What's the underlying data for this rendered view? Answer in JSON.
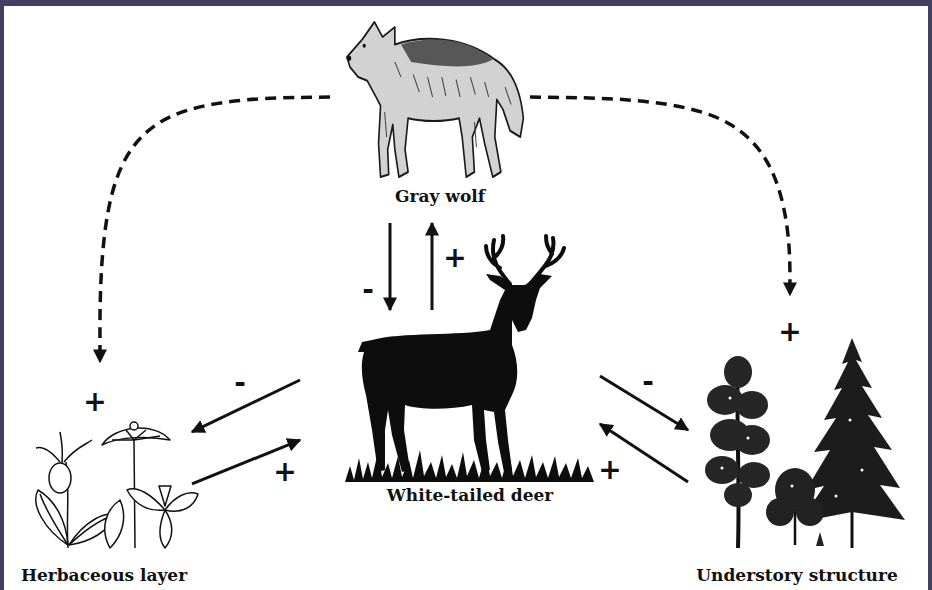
{
  "diagram": {
    "nodes": [
      {
        "text": [
          "Gray wolf"
        ]
      },
      {
        "text": [
          "White-tailed deer"
        ]
      },
      {
        "text": [
          "Herbaceous layer"
        ]
      },
      {
        "text": [
          "Understory structure"
        ]
      }
    ],
    "edges": [
      {
        "from": 0,
        "to": 1,
        "arrow": "to",
        "label": "-"
      },
      {
        "from": 1,
        "to": 0,
        "arrow": "to",
        "label": "+"
      },
      {
        "from": 1,
        "to": 2,
        "arrow": "to",
        "label": "-"
      },
      {
        "from": 2,
        "to": 1,
        "arrow": "to",
        "label": "+"
      },
      {
        "from": 1,
        "to": 3,
        "arrow": "to",
        "label": "-"
      },
      {
        "from": 3,
        "to": 1,
        "arrow": "to",
        "label": "+"
      },
      {
        "from": 0,
        "to": 2,
        "arrow": "to",
        "label": "+"
      },
      {
        "from": 0,
        "to": 3,
        "arrow": "to",
        "label": "+"
      }
    ]
  }
}
